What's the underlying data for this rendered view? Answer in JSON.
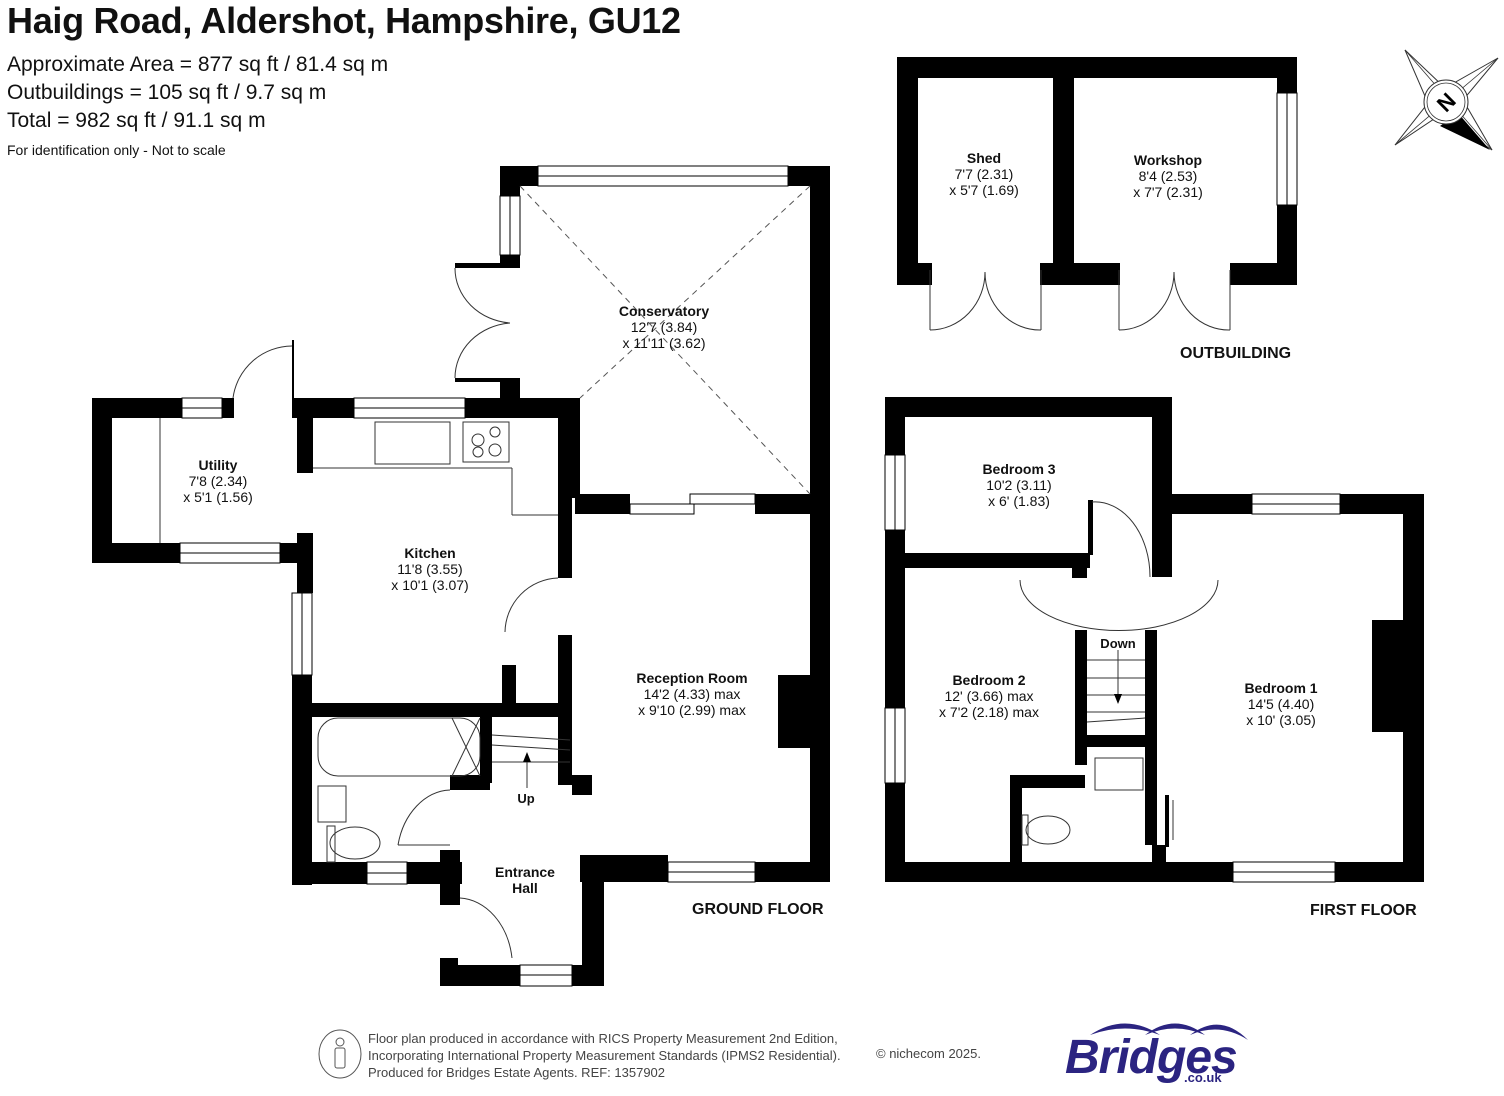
{
  "header": {
    "title": "Haig Road, Aldershot, Hampshire, GU12",
    "areas": [
      "Approximate Area = 877 sq ft / 81.4 sq m",
      "Outbuildings = 105 sq ft / 9.7 sq m",
      "Total = 982 sq ft / 91.1 sq m"
    ],
    "note": "For identification only - Not to scale"
  },
  "compass": {
    "label": "N"
  },
  "outbuilding": {
    "label": "OUTBUILDING",
    "rooms": [
      {
        "name": "Shed",
        "dim1": "7'7 (2.31)",
        "dim2": "x 5'7 (1.69)"
      },
      {
        "name": "Workshop",
        "dim1": "8'4 (2.53)",
        "dim2": "x 7'7 (2.31)"
      }
    ]
  },
  "ground_floor": {
    "label": "GROUND FLOOR",
    "stairs_label": "Up",
    "rooms": [
      {
        "name": "Conservatory",
        "dim1": "12'7 (3.84)",
        "dim2": "x 11'11 (3.62)"
      },
      {
        "name": "Utility",
        "dim1": "7'8 (2.34)",
        "dim2": "x 5'1 (1.56)"
      },
      {
        "name": "Kitchen",
        "dim1": "11'8 (3.55)",
        "dim2": "x 10'1 (3.07)"
      },
      {
        "name": "Reception Room",
        "dim1": "14'2 (4.33) max",
        "dim2": "x 9'10 (2.99) max"
      },
      {
        "name": "Entrance",
        "dim1": "Hall",
        "dim2": ""
      }
    ]
  },
  "first_floor": {
    "label": "FIRST FLOOR",
    "stairs_label": "Down",
    "rooms": [
      {
        "name": "Bedroom 3",
        "dim1": "10'2 (3.11)",
        "dim2": "x 6' (1.83)"
      },
      {
        "name": "Bedroom 2",
        "dim1": "12' (3.66) max",
        "dim2": "x 7'2 (2.18) max"
      },
      {
        "name": "Bedroom 1",
        "dim1": "14'5 (4.40)",
        "dim2": "x 10' (3.05)"
      }
    ]
  },
  "footer": {
    "lines": [
      "Floor plan produced in accordance with RICS Property Measurement 2nd Edition,",
      "Incorporating International Property Measurement Standards (IPMS2 Residential).",
      "Produced for Bridges Estate Agents.   REF: 1357902"
    ],
    "copyright": "© nichecom 2025."
  },
  "logo": {
    "word": "Bridges",
    "domain": ".co.uk",
    "color": "#2b2481"
  }
}
